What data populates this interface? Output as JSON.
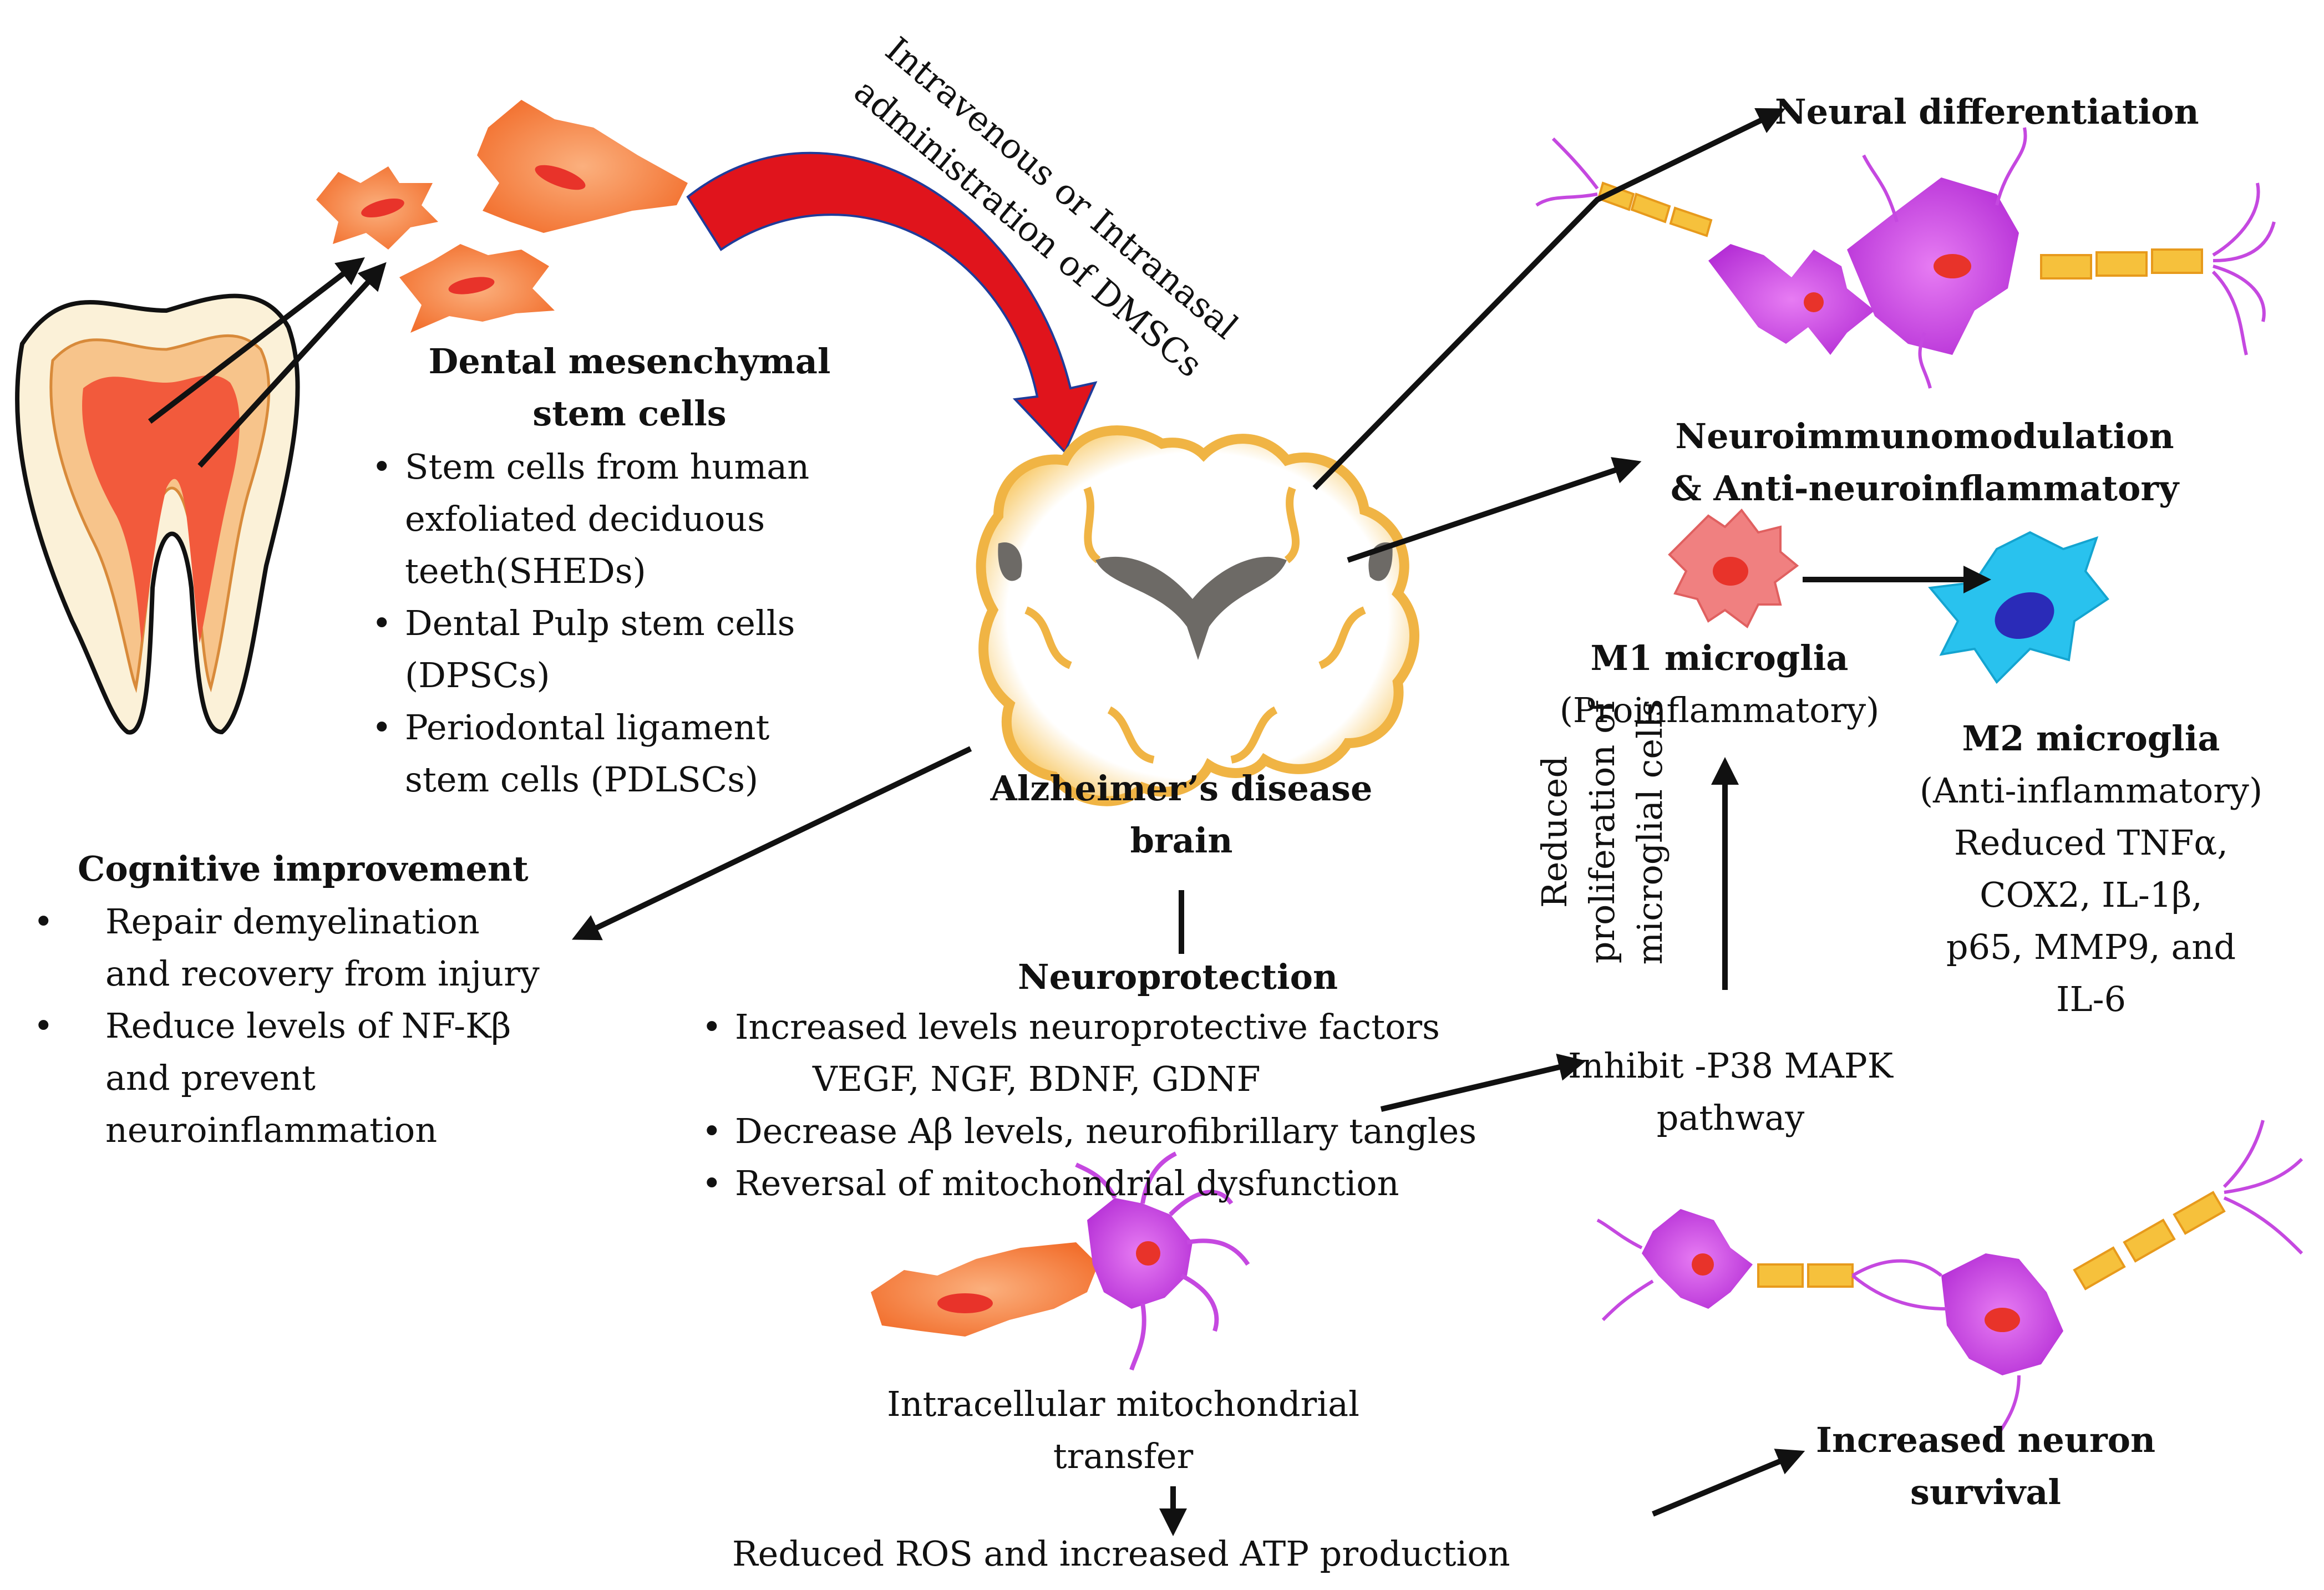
{
  "administration_label": [
    "Intravenous or Intranasal",
    "administration of DMSCs"
  ],
  "dmsc": {
    "title": [
      "Dental mesenchymal",
      "stem cells"
    ],
    "items": [
      [
        "Stem cells from human",
        "exfoliated deciduous",
        "teeth(SHEDs)"
      ],
      [
        "Dental Pulp stem cells",
        "(DPSCs)"
      ],
      [
        "Periodontal ligament",
        "stem cells (PDLSCs)"
      ]
    ]
  },
  "brain_label": [
    "Alzheimer’s disease",
    "brain"
  ],
  "cognitive": {
    "title": "Cognitive improvement",
    "items": [
      [
        "Repair demyelination",
        "and recovery from injury"
      ],
      [
        "Reduce levels of NF-Kβ",
        "and prevent",
        "neuroinflammation"
      ]
    ]
  },
  "neuroprotection": {
    "title": "Neuroprotection",
    "items": [
      [
        "Increased levels  neuroprotective factors",
        "VEGF, NGF,  BDNF, GDNF"
      ],
      [
        "Decrease Aβ levels, neurofibrillary  tangles"
      ],
      [
        "Reversal of mitochondrial  dysfunction"
      ]
    ]
  },
  "mito_transfer": [
    "Intracellular  mitochondrial",
    "transfer"
  ],
  "ros": "Reduced ROS and increased ATP production",
  "neural_diff": "Neural differentiation",
  "neuroimmuno": [
    "Neuroimmunomodulation",
    "& Anti-neuroinflammatory"
  ],
  "m1": {
    "title": "M1 microglia",
    "subtitle": "(Proinflammatory)"
  },
  "m2": {
    "title": "M2 microglia",
    "subtitle": "(Anti-inflammatory)",
    "details": [
      "Reduced TNFα,",
      "COX2, IL-1β,",
      "p65, MMP9, and",
      "IL-6"
    ]
  },
  "reduced_prolif": [
    "Reduced",
    "proliferation  of",
    "microglial  cells"
  ],
  "p38": [
    "Inhibit -P38 MAPK",
    "pathway"
  ],
  "survival": [
    "Increased neuron",
    "survival"
  ],
  "colors": {
    "cell_orange": "#f7884a",
    "cell_nucleus": "#e8332a",
    "neuron_magenta": "#c548e0",
    "axon_yellow": "#f6c13c",
    "microglia_m1": "#f08080",
    "microglia_m2": "#29c2ee",
    "red_arrow": "#e0141c",
    "arrow_outline": "#1f3c9a",
    "brain_fill": "#fbd58a"
  }
}
